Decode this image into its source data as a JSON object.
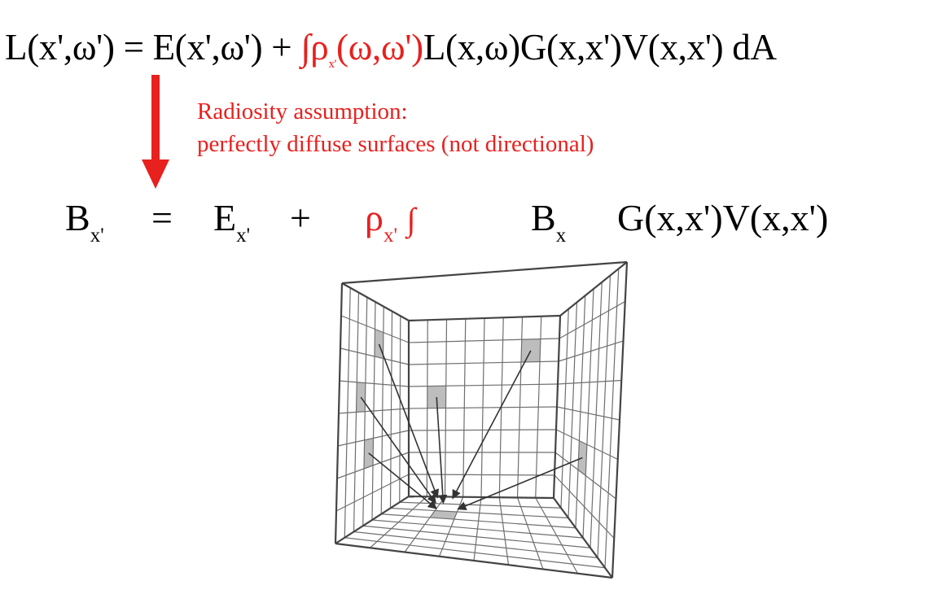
{
  "equation1": {
    "lhs": "L(x',ω') = E(x',ω') + ",
    "integral": "∫",
    "rho": "ρ",
    "rho_sub": "x'",
    "rho_args": "(ω,ω')",
    "rest": "L(x,ω)G(x,x')V(x,x') dA"
  },
  "annotation": {
    "line1": "Radiosity assumption:",
    "line2": "perfectly diffuse surfaces (not directional)"
  },
  "equation2": {
    "b": "B",
    "b_sub": "x'",
    "equals": "=",
    "e": "E",
    "e_sub": "x'",
    "plus": "+",
    "rho": "ρ",
    "rho_sub": "x'",
    "integral": "∫",
    "bx": "B",
    "bx_sub": "x",
    "gv": "G(x,x')V(x,x')"
  },
  "colors": {
    "highlight": "#e8201e",
    "text": "#000000",
    "patch": "#bdbdbd",
    "grid": "#6f6f6f"
  }
}
